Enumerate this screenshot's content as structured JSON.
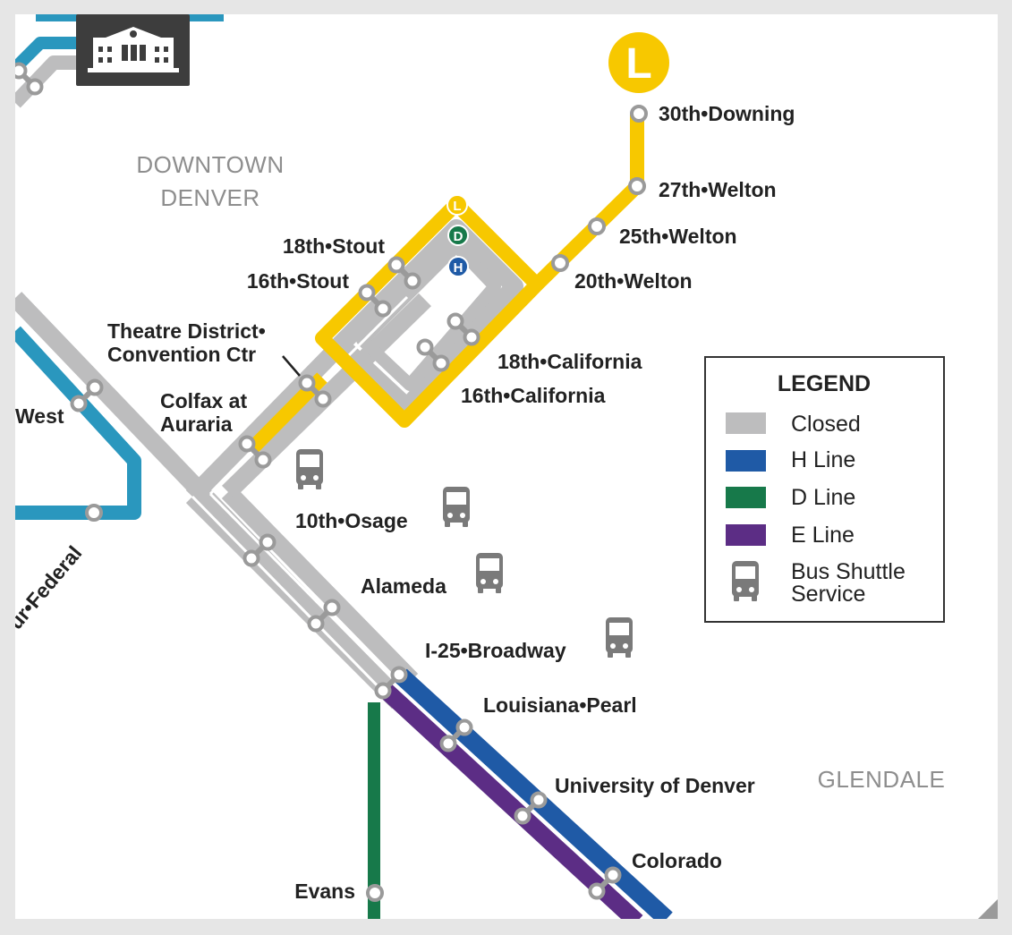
{
  "map": {
    "area_labels": {
      "downtown_line1": "DOWNTOWN",
      "downtown_line2": "DENVER",
      "glendale": "GLENDALE"
    },
    "landmark": "union-station-icon",
    "route_badge": "L",
    "mini_badges": [
      "L",
      "D",
      "H"
    ],
    "stations": {
      "downing": "30th•Downing",
      "welton27": "27th•Welton",
      "welton25": "25th•Welton",
      "welton20": "20th•Welton",
      "stout18": "18th•Stout",
      "stout16": "16th•Stout",
      "theatre_line1": "Theatre District•",
      "theatre_line2": "Convention Ctr",
      "california18": "18th•California",
      "california16": "16th•California",
      "colfax_line1": "Colfax at",
      "colfax_line2": "Auraria",
      "west": "West",
      "federal": "ur•Federal",
      "osage": "10th•Osage",
      "alameda": "Alameda",
      "broadway": "I-25•Broadway",
      "louisiana": "Louisiana•Pearl",
      "university": "University of Denver",
      "colorado": "Colorado",
      "evans": "Evans"
    },
    "colors": {
      "closed": "#bdbdbe",
      "h_line": "#1f5aa6",
      "d_line": "#17794a",
      "e_line": "#5c2d85",
      "l_line": "#f7c800",
      "w_line": "#2a97be",
      "bus": "#7a7a7a"
    }
  },
  "legend": {
    "title": "LEGEND",
    "items": [
      {
        "label": "Closed",
        "swatch": "#bdbdbe"
      },
      {
        "label": "H Line",
        "swatch": "#1f5aa6"
      },
      {
        "label": "D Line",
        "swatch": "#17794a"
      },
      {
        "label": "E Line",
        "swatch": "#5c2d85"
      }
    ],
    "bus_line1": "Bus Shuttle",
    "bus_line2": "Service",
    "bus_icon": "bus-icon"
  }
}
